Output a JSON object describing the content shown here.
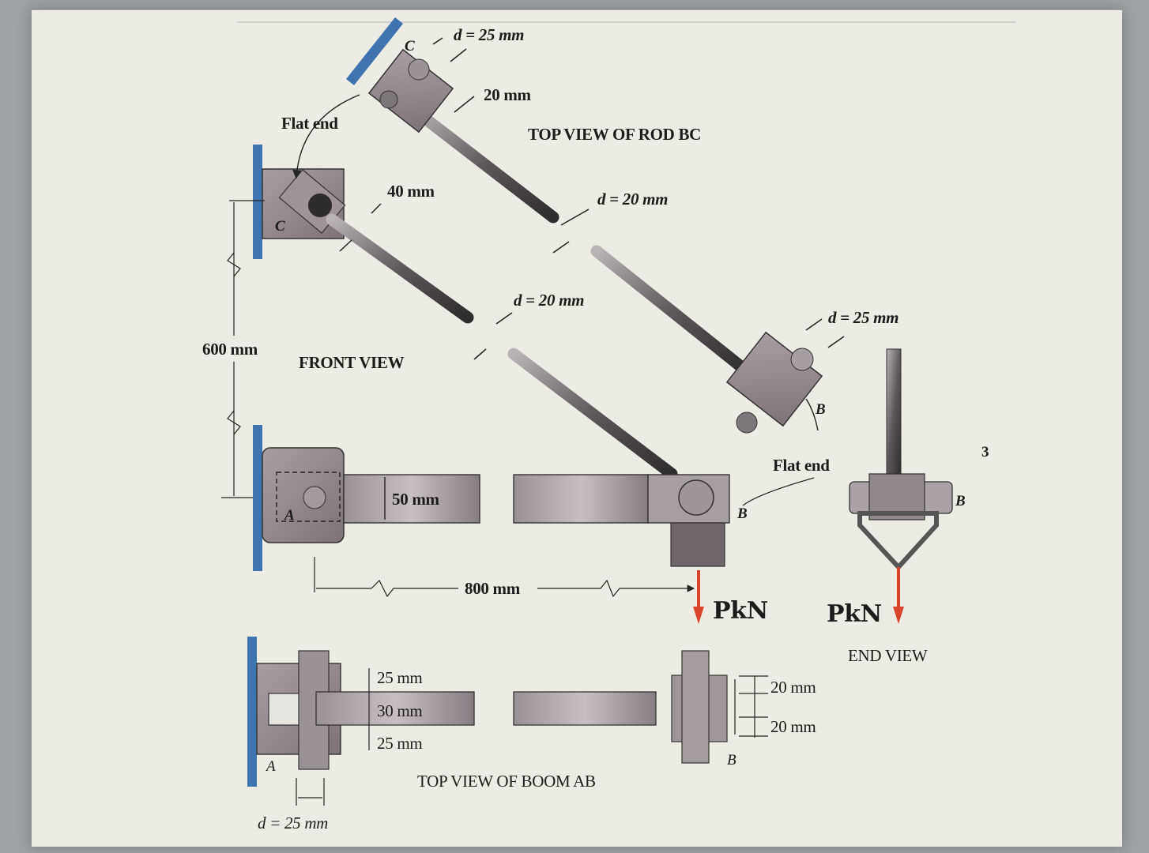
{
  "labels": {
    "d_top": "d = 25 mm",
    "mm20_top": "20 mm",
    "top_view_rod": "TOP VIEW OF ROD BC",
    "flat_end_left": "Flat end",
    "mm40": "40 mm",
    "d20_right": "d = 20 mm",
    "d20_mid": "d = 20 mm",
    "d25_right": "d = 25 mm",
    "mm600": "600 mm",
    "front_view": "FRONT VIEW",
    "flat_end_right": "Flat end",
    "mm50": "50 mm",
    "mm800": "800 mm",
    "pkn_front": "PkN",
    "pkn_end": "PkN",
    "end_view": "END VIEW",
    "mm25_a": "25 mm",
    "mm30": "30 mm",
    "mm25_b": "25 mm",
    "mm20_a": "20 mm",
    "mm20_b": "20 mm",
    "top_view_boom": "TOP VIEW OF BOOM AB",
    "d25_bottom": "d = 25 mm",
    "pt_C_top": "C",
    "pt_C_front": "C",
    "pt_B_top": "B",
    "pt_B_front": "B",
    "pt_B_end": "B",
    "pt_A_front": "A",
    "pt_A_top": "A",
    "pt_B_bottom": "B",
    "stray_3": "3"
  },
  "colors": {
    "wall": "#3f74b0",
    "load_arrow": "#d9442a",
    "metal": "#8a8588",
    "paper": "#ecebe4"
  }
}
